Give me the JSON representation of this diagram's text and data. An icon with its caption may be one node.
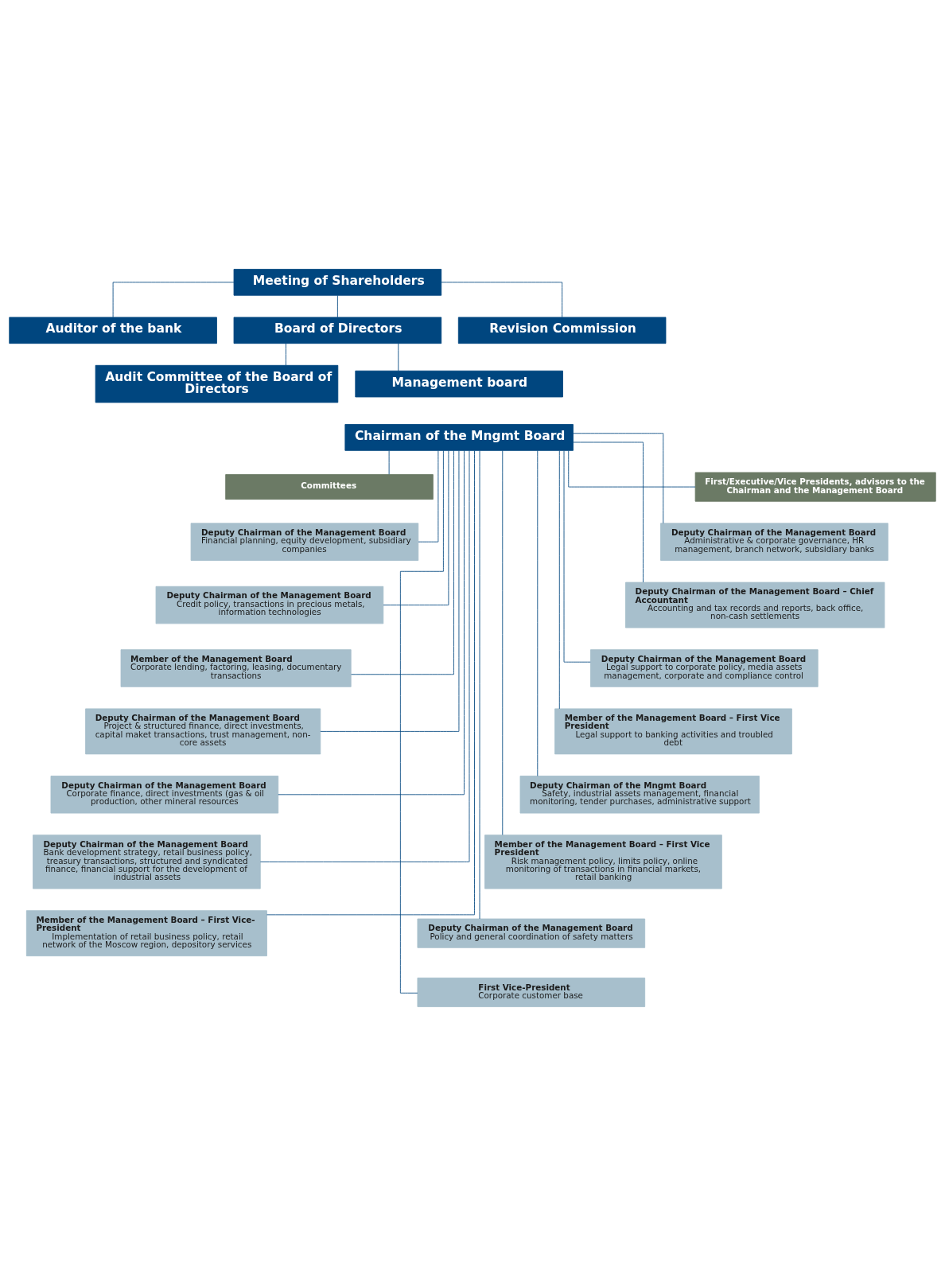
{
  "diagram": {
    "nodes": [
      {
        "text": [
          "Meeting of Shareholders"
        ]
      },
      {
        "text": [
          "Auditor of the bank"
        ]
      },
      {
        "text": [
          "Board of Directors"
        ]
      },
      {
        "text": [
          "Revision Commission"
        ]
      },
      {
        "text": [
          "Audit Committee of the Board of Directors"
        ]
      },
      {
        "text": [
          "Management board"
        ]
      },
      {
        "text": [
          "Chairman of the Mngmt Board"
        ]
      },
      {
        "text": [
          "Committees"
        ]
      },
      {
        "text": [
          "First/Executive/Vice Presidents, advisors to the Chairman and the Management Board"
        ]
      },
      {
        "text": [
          "Deputy Chairman of the Management Board",
          "Financial planning, equity development, subsidiary companies"
        ]
      },
      {
        "text": [
          "Deputy Chairman of the Management Board",
          "Credit policy, transactions in precious metals, information technologies"
        ]
      },
      {
        "text": [
          "Member of the Management Board",
          "Corporate lending, factoring, leasing, documentary transactions"
        ]
      },
      {
        "text": [
          "Deputy Chairman of the Management Board",
          "Project & structured finance, direct investments, capital maket transactions, trust management, non-core assets"
        ]
      },
      {
        "text": [
          "Deputy Chairman of the Management Board",
          "Corporate finance, direct investments (gas & oil production, other mineral resources"
        ]
      },
      {
        "text": [
          "Deputy Chairman of the Management Board",
          "Bank development strategy, retail business policy, treasury transactions, structured and syndicated finance, financial support for the development of industrial assets"
        ]
      },
      {
        "text": [
          "Member of the Management Board – First Vice-President",
          "Implementation of retail business policy, retail network of the Moscow region, depository services"
        ]
      },
      {
        "text": [
          "Deputy Chairman of the Management Board",
          "Administrative & corporate governance, HR management, branch network, subsidiary banks"
        ]
      },
      {
        "text": [
          "Deputy Chairman of the Management Board – Chief Accountant",
          "Accounting and tax records and reports, back office, non-cash settlements"
        ]
      },
      {
        "text": [
          "Deputy Chairman of the Management Board",
          "Legal support to corporate policy, media assets management, corporate and compliance control"
        ]
      },
      {
        "text": [
          "Member of the Management Board – First Vice President",
          "Legal support to banking activities and troubled debt"
        ]
      },
      {
        "text": [
          "Deputy Chairman of the Mngmt Board",
          "Safety, industrial assets management, financial monitoring, tender purchases, administrative support"
        ]
      },
      {
        "text": [
          "Member of the Management Board – First Vice President",
          "Risk management policy, limits policy, online monitoring of transactions in financial markets, retail banking"
        ]
      },
      {
        "text": [
          "Deputy Chairman of the Management Board",
          "Policy and general coordination of safety matters"
        ]
      },
      {
        "text": [
          "First Vice-President",
          "Corporate customer base"
        ]
      }
    ],
    "edges": [
      {
        "from": 0,
        "to": 1,
        "arrow": "none"
      },
      {
        "from": 0,
        "to": 2,
        "arrow": "none"
      },
      {
        "from": 0,
        "to": 3,
        "arrow": "none"
      },
      {
        "from": 2,
        "to": 4,
        "arrow": "none"
      },
      {
        "from": 2,
        "to": 5,
        "arrow": "none"
      },
      {
        "from": 6,
        "to": 7,
        "arrow": "none"
      },
      {
        "from": 6,
        "to": 8,
        "arrow": "none"
      },
      {
        "from": 6,
        "to": 9,
        "arrow": "none"
      },
      {
        "from": 6,
        "to": 10,
        "arrow": "none"
      },
      {
        "from": 6,
        "to": 11,
        "arrow": "none"
      },
      {
        "from": 6,
        "to": 12,
        "arrow": "none"
      },
      {
        "from": 6,
        "to": 13,
        "arrow": "none"
      },
      {
        "from": 6,
        "to": 14,
        "arrow": "none"
      },
      {
        "from": 6,
        "to": 15,
        "arrow": "none"
      },
      {
        "from": 6,
        "to": 16,
        "arrow": "none"
      },
      {
        "from": 6,
        "to": 17,
        "arrow": "none"
      },
      {
        "from": 6,
        "to": 18,
        "arrow": "none"
      },
      {
        "from": 6,
        "to": 19,
        "arrow": "none"
      },
      {
        "from": 6,
        "to": 20,
        "arrow": "none"
      },
      {
        "from": 6,
        "to": 21,
        "arrow": "none"
      },
      {
        "from": 6,
        "to": 22,
        "arrow": "none"
      },
      {
        "from": 6,
        "to": 23,
        "arrow": "none"
      }
    ]
  }
}
